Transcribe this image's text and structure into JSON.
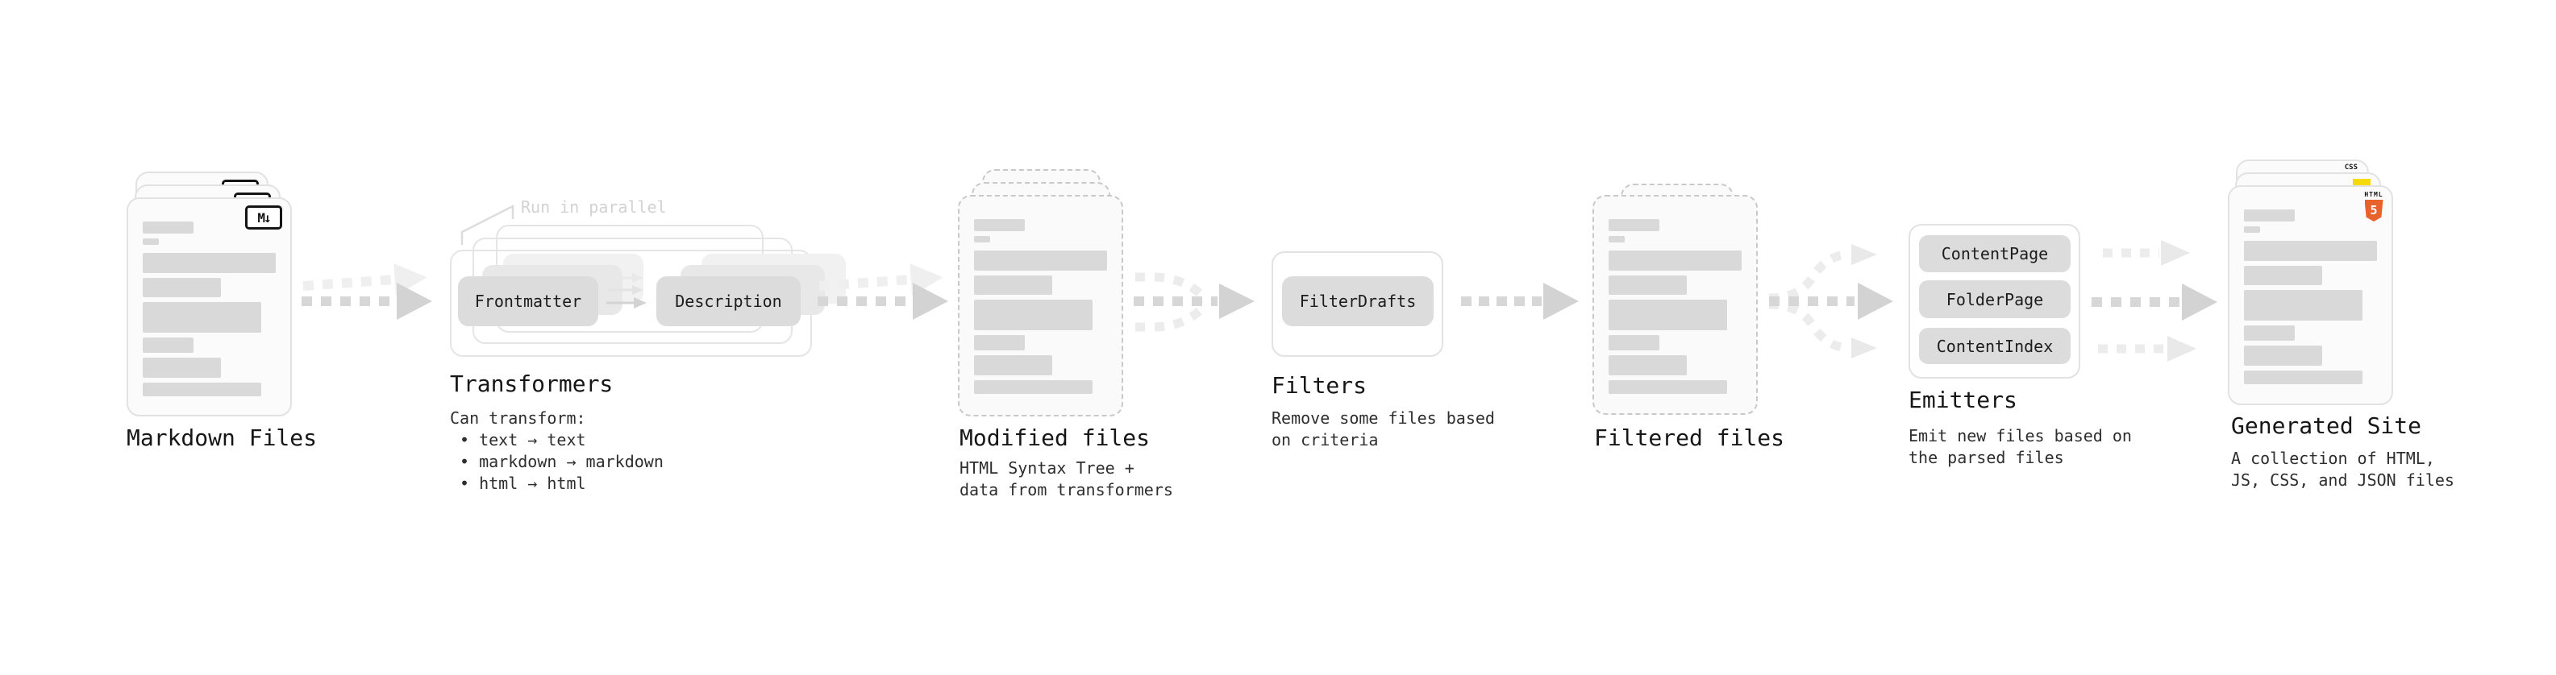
{
  "colors": {
    "arrow_gray": "#d5d5d5",
    "arrow_ghost_gray": "#ededed",
    "chip_gray": "#dcdcdc",
    "skeleton_bar_gray": "#d9d9d9",
    "note_gray": "#d2d2d2",
    "html5_orange": "#e8622c",
    "js_yellow": "#f5d90a",
    "css_blue": "#2b6fe3"
  },
  "nodes": {
    "markdown_files": {
      "title": "Markdown Files",
      "badge": "M↓"
    },
    "transformers": {
      "title": "Transformers",
      "note": "Run in parallel",
      "chips": {
        "from": "Frontmatter",
        "to": "Description"
      },
      "caption": "Can transform:",
      "bullets": [
        "• text → text",
        "• markdown → markdown",
        "• html → html"
      ]
    },
    "modified_files": {
      "title": "Modified files",
      "caption_line1": "HTML Syntax Tree +",
      "caption_line2": "data from transformers"
    },
    "filters": {
      "title": "Filters",
      "chip": "FilterDrafts",
      "caption_line1": "Remove some files based",
      "caption_line2": "on criteria"
    },
    "filtered_files": {
      "title": "Filtered files"
    },
    "emitters": {
      "title": "Emitters",
      "chips": [
        "ContentPage",
        "FolderPage",
        "ContentIndex"
      ],
      "caption_line1": "Emit new files based on",
      "caption_line2": "the parsed files"
    },
    "generated_site": {
      "title": "Generated Site",
      "caption_line1": "A collection of HTML,",
      "caption_line2": "JS, CSS, and JSON files",
      "badges": {
        "css": "CSS",
        "html_label": "HTML",
        "html_number": "5"
      }
    }
  }
}
